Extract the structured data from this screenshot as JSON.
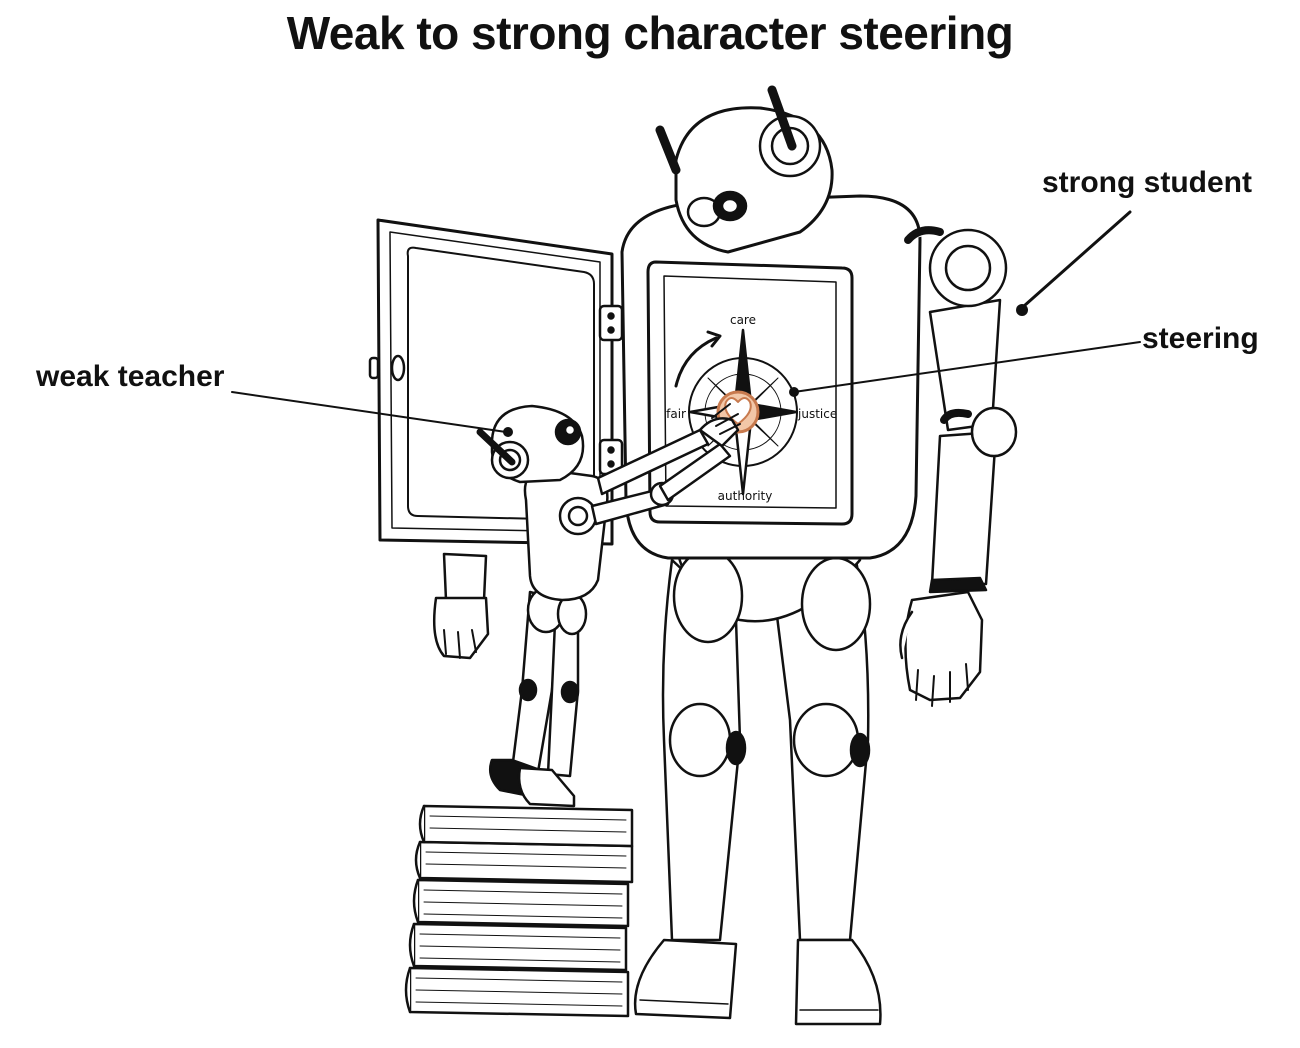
{
  "title": "Weak to strong character steering",
  "labels": {
    "strong_student": "strong student",
    "steering": "steering",
    "weak_teacher": "weak teacher"
  },
  "compass": {
    "north": "care",
    "west": "fair",
    "east": "justice",
    "south": "authority"
  },
  "colors": {
    "ink": "#111111",
    "heart": "#c87a4e",
    "heart_glow": "#f2c7a8"
  }
}
